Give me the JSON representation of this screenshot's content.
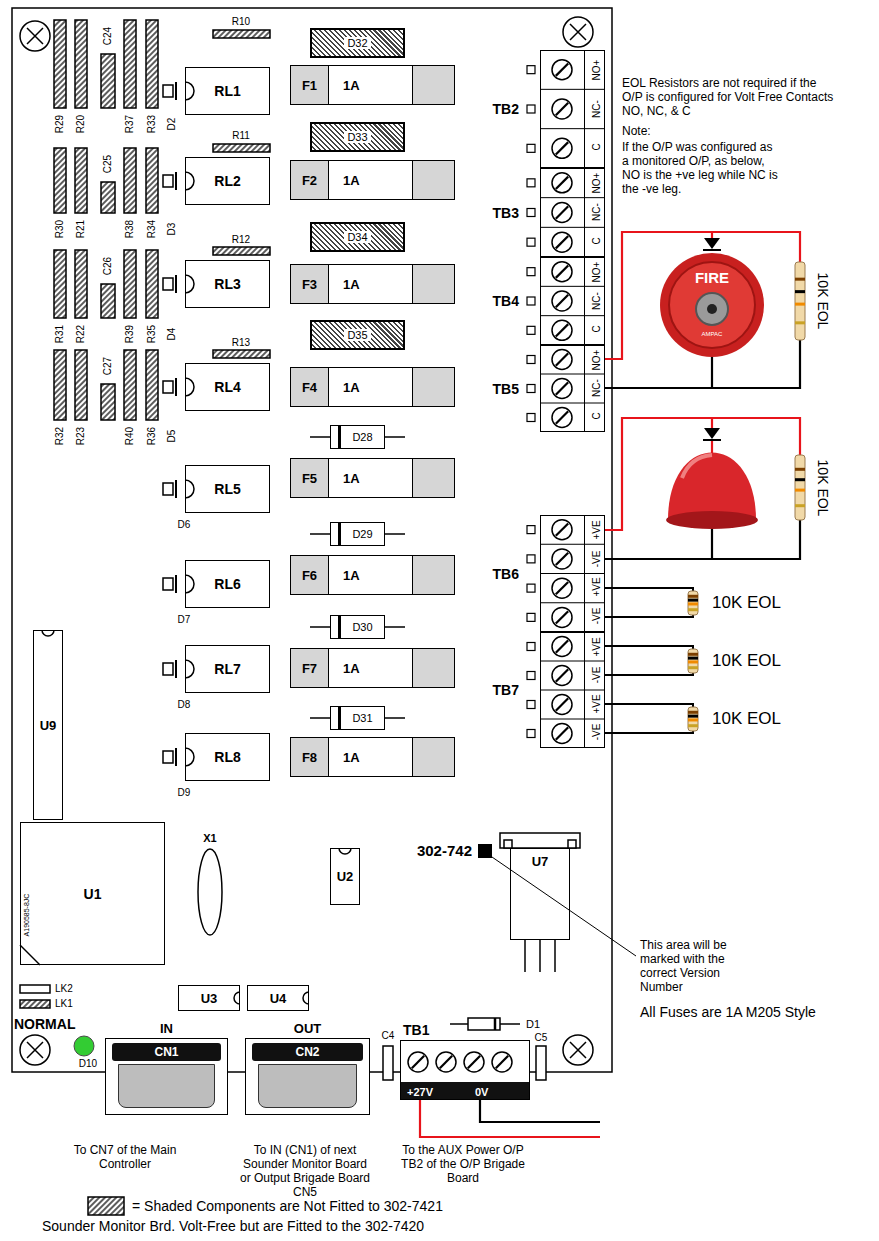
{
  "diagram": {
    "nodes": [
      {
        "text": [
          "D32"
        ]
      },
      {
        "text": [
          "RL1"
        ]
      },
      {
        "text": [
          "F1",
          "1A"
        ]
      },
      {
        "text": [
          "TB2",
          "NO+",
          "NC-",
          "C"
        ]
      },
      {
        "text": [
          "D33"
        ]
      },
      {
        "text": [
          "RL2"
        ]
      },
      {
        "text": [
          "F2",
          "1A"
        ]
      },
      {
        "text": [
          "TB3",
          "NO+",
          "NC-",
          "C"
        ]
      },
      {
        "text": [
          "D34"
        ]
      },
      {
        "text": [
          "RL3"
        ]
      },
      {
        "text": [
          "F3",
          "1A"
        ]
      },
      {
        "text": [
          "TB4",
          "NO+",
          "NC-",
          "C"
        ]
      },
      {
        "text": [
          "D35"
        ]
      },
      {
        "text": [
          "RL4"
        ]
      },
      {
        "text": [
          "F4",
          "1A"
        ]
      },
      {
        "text": [
          "TB5",
          "NO+",
          "NC-",
          "C"
        ]
      },
      {
        "text": [
          "D28"
        ]
      },
      {
        "text": [
          "RL5"
        ]
      },
      {
        "text": [
          "F5",
          "1A"
        ]
      },
      {
        "text": [
          "TB6",
          "+VE",
          "-VE",
          "+VE",
          "-VE"
        ]
      },
      {
        "text": [
          "D29"
        ]
      },
      {
        "text": [
          "RL6"
        ]
      },
      {
        "text": [
          "F6",
          "1A"
        ]
      },
      {
        "text": [
          "TB7",
          "+VE",
          "-VE",
          "+VE",
          "-VE"
        ]
      },
      {
        "text": [
          "D30"
        ]
      },
      {
        "text": [
          "RL7"
        ]
      },
      {
        "text": [
          "F7",
          "1A"
        ]
      },
      {
        "text": [
          "U9"
        ]
      },
      {
        "text": [
          "D31"
        ]
      },
      {
        "text": [
          "RL8"
        ]
      },
      {
        "text": [
          "F8",
          "1A"
        ]
      },
      {
        "text": [
          "U1"
        ]
      },
      {
        "text": [
          "U2"
        ]
      },
      {
        "text": [
          "U7"
        ]
      },
      {
        "text": [
          "U3"
        ]
      },
      {
        "text": [
          "U4"
        ]
      },
      {
        "text": [
          "IN",
          "CN1"
        ]
      },
      {
        "text": [
          "OUT",
          "CN2"
        ]
      },
      {
        "text": [
          "TB1",
          "+27V",
          "0V"
        ]
      }
    ],
    "labels": [
      "R10",
      "R11",
      "R12",
      "R13",
      "R29",
      "R20",
      "C24",
      "R37",
      "R33",
      "D2",
      "R30",
      "R21",
      "C25",
      "R38",
      "R34",
      "D3",
      "R31",
      "R22",
      "C26",
      "R39",
      "R35",
      "D4",
      "R32",
      "R23",
      "C27",
      "R40",
      "R36",
      "D5",
      "D6",
      "D7",
      "D8",
      "D9",
      "EOL Resistors are not required if the O/P is configured for Volt Free Contacts NO, NC, & C",
      "Note:",
      "If the O/P was configured as a monitored O/P, as below, NO is the +ve leg while NC is the -ve leg.",
      "FIRE",
      "AMPAC",
      "10K EOL",
      "10K EOL",
      "10K EOL",
      "10K EOL",
      "10K EOL",
      "X1",
      "302-742",
      "This area will be marked with the correct Version Number",
      "All Fuses are 1A M205 Style",
      "A190585-8JC",
      "LK2",
      "LK1",
      "NORMAL",
      "D10",
      "D1",
      "C4",
      "C5",
      "To CN7 of the Main Controller",
      "To IN (CN1) of next Sounder Monitor Board or Output Brigade Board CN5",
      "To the AUX Power O/P TB2 of the O/P Brigade Board"
    ],
    "legend": [
      {
        "text": "= Shaded Components are Not Fitted to 302-7421 Sounder Monitor Brd. Volt-Free but are Fitted to the 302-7420"
      }
    ]
  }
}
